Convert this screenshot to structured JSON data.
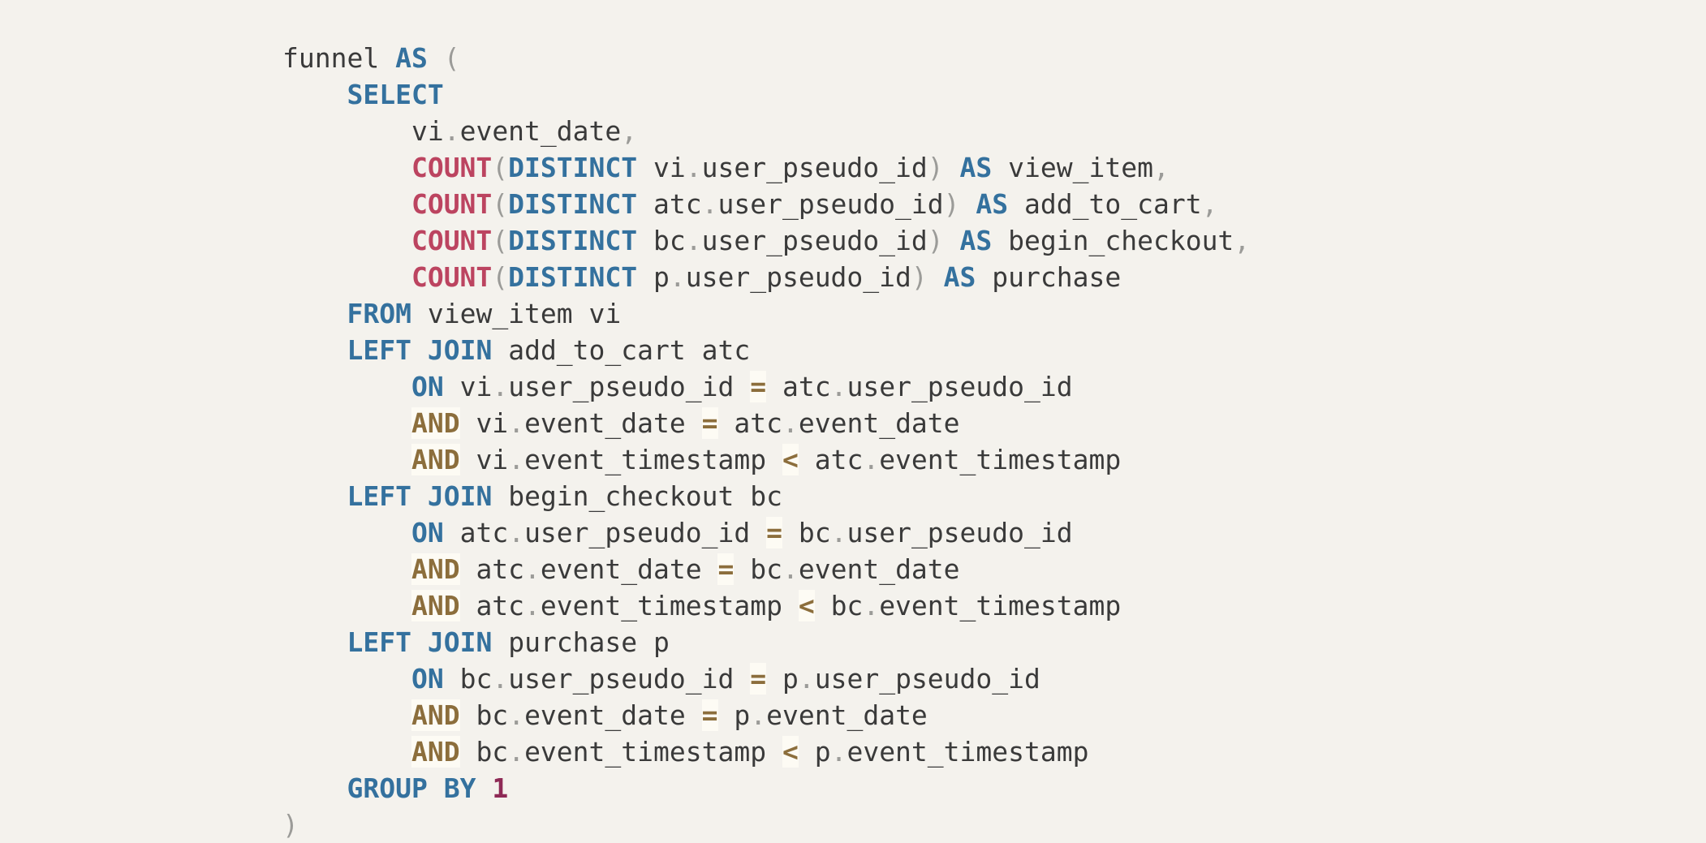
{
  "page": {
    "background": "#f4f2ed",
    "description": "SQL code snippet with syntax highlighting"
  },
  "palette": {
    "page_bg": "#f4f2ed",
    "identifier": "#3a3a3a",
    "keyword": "#34719e",
    "function": "#bc4460",
    "operator": "#8c6e3c",
    "operator_bg": "#fdfbf4",
    "number": "#8e2a56",
    "punctuation": "#9b9b98"
  },
  "code": {
    "lines": [
      [
        {
          "c": "id",
          "t": "funnel"
        },
        {
          "c": "ws",
          "t": " "
        },
        {
          "c": "kw",
          "t": "AS"
        },
        {
          "c": "ws",
          "t": " "
        },
        {
          "c": "pun",
          "t": "("
        }
      ],
      [
        {
          "c": "ws",
          "t": "    "
        },
        {
          "c": "kw",
          "t": "SELECT"
        }
      ],
      [
        {
          "c": "ws",
          "t": "        "
        },
        {
          "c": "id",
          "t": "vi"
        },
        {
          "c": "pun",
          "t": "."
        },
        {
          "c": "id",
          "t": "event_date"
        },
        {
          "c": "pun",
          "t": ","
        }
      ],
      [
        {
          "c": "ws",
          "t": "        "
        },
        {
          "c": "fn",
          "t": "COUNT"
        },
        {
          "c": "pun",
          "t": "("
        },
        {
          "c": "kw",
          "t": "DISTINCT"
        },
        {
          "c": "ws",
          "t": " "
        },
        {
          "c": "id",
          "t": "vi"
        },
        {
          "c": "pun",
          "t": "."
        },
        {
          "c": "id",
          "t": "user_pseudo_id"
        },
        {
          "c": "pun",
          "t": ")"
        },
        {
          "c": "ws",
          "t": " "
        },
        {
          "c": "kw",
          "t": "AS"
        },
        {
          "c": "ws",
          "t": " "
        },
        {
          "c": "id",
          "t": "view_item"
        },
        {
          "c": "pun",
          "t": ","
        }
      ],
      [
        {
          "c": "ws",
          "t": "        "
        },
        {
          "c": "fn",
          "t": "COUNT"
        },
        {
          "c": "pun",
          "t": "("
        },
        {
          "c": "kw",
          "t": "DISTINCT"
        },
        {
          "c": "ws",
          "t": " "
        },
        {
          "c": "id",
          "t": "atc"
        },
        {
          "c": "pun",
          "t": "."
        },
        {
          "c": "id",
          "t": "user_pseudo_id"
        },
        {
          "c": "pun",
          "t": ")"
        },
        {
          "c": "ws",
          "t": " "
        },
        {
          "c": "kw",
          "t": "AS"
        },
        {
          "c": "ws",
          "t": " "
        },
        {
          "c": "id",
          "t": "add_to_cart"
        },
        {
          "c": "pun",
          "t": ","
        }
      ],
      [
        {
          "c": "ws",
          "t": "        "
        },
        {
          "c": "fn",
          "t": "COUNT"
        },
        {
          "c": "pun",
          "t": "("
        },
        {
          "c": "kw",
          "t": "DISTINCT"
        },
        {
          "c": "ws",
          "t": " "
        },
        {
          "c": "id",
          "t": "bc"
        },
        {
          "c": "pun",
          "t": "."
        },
        {
          "c": "id",
          "t": "user_pseudo_id"
        },
        {
          "c": "pun",
          "t": ")"
        },
        {
          "c": "ws",
          "t": " "
        },
        {
          "c": "kw",
          "t": "AS"
        },
        {
          "c": "ws",
          "t": " "
        },
        {
          "c": "id",
          "t": "begin_checkout"
        },
        {
          "c": "pun",
          "t": ","
        }
      ],
      [
        {
          "c": "ws",
          "t": "        "
        },
        {
          "c": "fn",
          "t": "COUNT"
        },
        {
          "c": "pun",
          "t": "("
        },
        {
          "c": "kw",
          "t": "DISTINCT"
        },
        {
          "c": "ws",
          "t": " "
        },
        {
          "c": "id",
          "t": "p"
        },
        {
          "c": "pun",
          "t": "."
        },
        {
          "c": "id",
          "t": "user_pseudo_id"
        },
        {
          "c": "pun",
          "t": ")"
        },
        {
          "c": "ws",
          "t": " "
        },
        {
          "c": "kw",
          "t": "AS"
        },
        {
          "c": "ws",
          "t": " "
        },
        {
          "c": "id",
          "t": "purchase"
        }
      ],
      [
        {
          "c": "ws",
          "t": "    "
        },
        {
          "c": "kw",
          "t": "FROM"
        },
        {
          "c": "ws",
          "t": " "
        },
        {
          "c": "id",
          "t": "view_item"
        },
        {
          "c": "ws",
          "t": " "
        },
        {
          "c": "id",
          "t": "vi"
        }
      ],
      [
        {
          "c": "ws",
          "t": "    "
        },
        {
          "c": "kw",
          "t": "LEFT"
        },
        {
          "c": "ws",
          "t": " "
        },
        {
          "c": "kw",
          "t": "JOIN"
        },
        {
          "c": "ws",
          "t": " "
        },
        {
          "c": "id",
          "t": "add_to_cart"
        },
        {
          "c": "ws",
          "t": " "
        },
        {
          "c": "id",
          "t": "atc"
        }
      ],
      [
        {
          "c": "ws",
          "t": "        "
        },
        {
          "c": "kw",
          "t": "ON"
        },
        {
          "c": "ws",
          "t": " "
        },
        {
          "c": "id",
          "t": "vi"
        },
        {
          "c": "pun",
          "t": "."
        },
        {
          "c": "id",
          "t": "user_pseudo_id"
        },
        {
          "c": "ws",
          "t": " "
        },
        {
          "c": "op",
          "t": "="
        },
        {
          "c": "ws",
          "t": " "
        },
        {
          "c": "id",
          "t": "atc"
        },
        {
          "c": "pun",
          "t": "."
        },
        {
          "c": "id",
          "t": "user_pseudo_id"
        }
      ],
      [
        {
          "c": "ws",
          "t": "        "
        },
        {
          "c": "op",
          "t": "AND"
        },
        {
          "c": "ws",
          "t": " "
        },
        {
          "c": "id",
          "t": "vi"
        },
        {
          "c": "pun",
          "t": "."
        },
        {
          "c": "id",
          "t": "event_date"
        },
        {
          "c": "ws",
          "t": " "
        },
        {
          "c": "op",
          "t": "="
        },
        {
          "c": "ws",
          "t": " "
        },
        {
          "c": "id",
          "t": "atc"
        },
        {
          "c": "pun",
          "t": "."
        },
        {
          "c": "id",
          "t": "event_date"
        }
      ],
      [
        {
          "c": "ws",
          "t": "        "
        },
        {
          "c": "op",
          "t": "AND"
        },
        {
          "c": "ws",
          "t": " "
        },
        {
          "c": "id",
          "t": "vi"
        },
        {
          "c": "pun",
          "t": "."
        },
        {
          "c": "id",
          "t": "event_timestamp"
        },
        {
          "c": "ws",
          "t": " "
        },
        {
          "c": "op",
          "t": "<"
        },
        {
          "c": "ws",
          "t": " "
        },
        {
          "c": "id",
          "t": "atc"
        },
        {
          "c": "pun",
          "t": "."
        },
        {
          "c": "id",
          "t": "event_timestamp"
        }
      ],
      [
        {
          "c": "ws",
          "t": "    "
        },
        {
          "c": "kw",
          "t": "LEFT"
        },
        {
          "c": "ws",
          "t": " "
        },
        {
          "c": "kw",
          "t": "JOIN"
        },
        {
          "c": "ws",
          "t": " "
        },
        {
          "c": "id",
          "t": "begin_checkout"
        },
        {
          "c": "ws",
          "t": " "
        },
        {
          "c": "id",
          "t": "bc"
        }
      ],
      [
        {
          "c": "ws",
          "t": "        "
        },
        {
          "c": "kw",
          "t": "ON"
        },
        {
          "c": "ws",
          "t": " "
        },
        {
          "c": "id",
          "t": "atc"
        },
        {
          "c": "pun",
          "t": "."
        },
        {
          "c": "id",
          "t": "user_pseudo_id"
        },
        {
          "c": "ws",
          "t": " "
        },
        {
          "c": "op",
          "t": "="
        },
        {
          "c": "ws",
          "t": " "
        },
        {
          "c": "id",
          "t": "bc"
        },
        {
          "c": "pun",
          "t": "."
        },
        {
          "c": "id",
          "t": "user_pseudo_id"
        }
      ],
      [
        {
          "c": "ws",
          "t": "        "
        },
        {
          "c": "op",
          "t": "AND"
        },
        {
          "c": "ws",
          "t": " "
        },
        {
          "c": "id",
          "t": "atc"
        },
        {
          "c": "pun",
          "t": "."
        },
        {
          "c": "id",
          "t": "event_date"
        },
        {
          "c": "ws",
          "t": " "
        },
        {
          "c": "op",
          "t": "="
        },
        {
          "c": "ws",
          "t": " "
        },
        {
          "c": "id",
          "t": "bc"
        },
        {
          "c": "pun",
          "t": "."
        },
        {
          "c": "id",
          "t": "event_date"
        }
      ],
      [
        {
          "c": "ws",
          "t": "        "
        },
        {
          "c": "op",
          "t": "AND"
        },
        {
          "c": "ws",
          "t": " "
        },
        {
          "c": "id",
          "t": "atc"
        },
        {
          "c": "pun",
          "t": "."
        },
        {
          "c": "id",
          "t": "event_timestamp"
        },
        {
          "c": "ws",
          "t": " "
        },
        {
          "c": "op",
          "t": "<"
        },
        {
          "c": "ws",
          "t": " "
        },
        {
          "c": "id",
          "t": "bc"
        },
        {
          "c": "pun",
          "t": "."
        },
        {
          "c": "id",
          "t": "event_timestamp"
        }
      ],
      [
        {
          "c": "ws",
          "t": "    "
        },
        {
          "c": "kw",
          "t": "LEFT"
        },
        {
          "c": "ws",
          "t": " "
        },
        {
          "c": "kw",
          "t": "JOIN"
        },
        {
          "c": "ws",
          "t": " "
        },
        {
          "c": "id",
          "t": "purchase"
        },
        {
          "c": "ws",
          "t": " "
        },
        {
          "c": "id",
          "t": "p"
        }
      ],
      [
        {
          "c": "ws",
          "t": "        "
        },
        {
          "c": "kw",
          "t": "ON"
        },
        {
          "c": "ws",
          "t": " "
        },
        {
          "c": "id",
          "t": "bc"
        },
        {
          "c": "pun",
          "t": "."
        },
        {
          "c": "id",
          "t": "user_pseudo_id"
        },
        {
          "c": "ws",
          "t": " "
        },
        {
          "c": "op",
          "t": "="
        },
        {
          "c": "ws",
          "t": " "
        },
        {
          "c": "id",
          "t": "p"
        },
        {
          "c": "pun",
          "t": "."
        },
        {
          "c": "id",
          "t": "user_pseudo_id"
        }
      ],
      [
        {
          "c": "ws",
          "t": "        "
        },
        {
          "c": "op",
          "t": "AND"
        },
        {
          "c": "ws",
          "t": " "
        },
        {
          "c": "id",
          "t": "bc"
        },
        {
          "c": "pun",
          "t": "."
        },
        {
          "c": "id",
          "t": "event_date"
        },
        {
          "c": "ws",
          "t": " "
        },
        {
          "c": "op",
          "t": "="
        },
        {
          "c": "ws",
          "t": " "
        },
        {
          "c": "id",
          "t": "p"
        },
        {
          "c": "pun",
          "t": "."
        },
        {
          "c": "id",
          "t": "event_date"
        }
      ],
      [
        {
          "c": "ws",
          "t": "        "
        },
        {
          "c": "op",
          "t": "AND"
        },
        {
          "c": "ws",
          "t": " "
        },
        {
          "c": "id",
          "t": "bc"
        },
        {
          "c": "pun",
          "t": "."
        },
        {
          "c": "id",
          "t": "event_timestamp"
        },
        {
          "c": "ws",
          "t": " "
        },
        {
          "c": "op",
          "t": "<"
        },
        {
          "c": "ws",
          "t": " "
        },
        {
          "c": "id",
          "t": "p"
        },
        {
          "c": "pun",
          "t": "."
        },
        {
          "c": "id",
          "t": "event_timestamp"
        }
      ],
      [
        {
          "c": "ws",
          "t": "    "
        },
        {
          "c": "kw",
          "t": "GROUP"
        },
        {
          "c": "ws",
          "t": " "
        },
        {
          "c": "kw",
          "t": "BY"
        },
        {
          "c": "ws",
          "t": " "
        },
        {
          "c": "num",
          "t": "1"
        }
      ],
      [
        {
          "c": "pun",
          "t": ")"
        }
      ]
    ]
  }
}
